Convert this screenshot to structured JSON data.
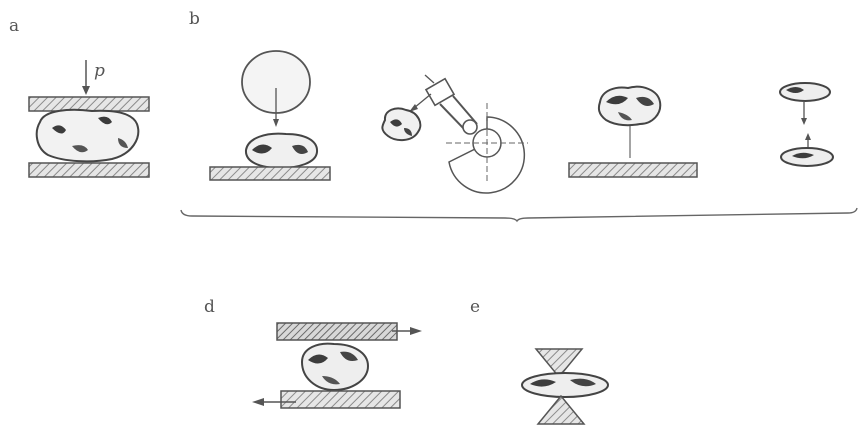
{
  "labels": {
    "a": "a",
    "b": "b",
    "d": "d",
    "e": "e",
    "p": "p"
  },
  "colors": {
    "ink": "#555555",
    "hatch": "#8a8a8a",
    "rock_dark": "#3c3c3c"
  },
  "icons": {
    "slow_compression": "compression-press-icon",
    "falling_weight": "falling-ball-icon",
    "impact_pendulum": "pendulum-impact-icon",
    "drop_on_plate": "drop-on-plate-icon",
    "particle_collision": "particle-collision-icon",
    "shear_plates": "shear-plates-icon",
    "cone_crush": "cone-crush-icon"
  }
}
